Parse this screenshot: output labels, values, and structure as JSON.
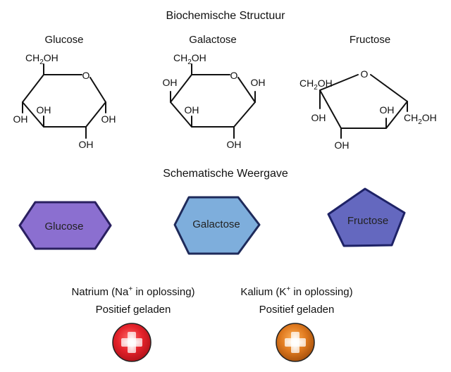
{
  "titles": {
    "biochemical": "Biochemische Structuur",
    "schematic": "Schematische Weergave"
  },
  "molecules": {
    "glucose": {
      "name": "Glucose",
      "ring_o": "O",
      "ch2oh_top_left": "CH",
      "ch2oh_top_sub": "2",
      "ch2oh_top_right": "OH",
      "oh_c4": "OH",
      "oh_c3_inner": "OH",
      "oh_c1": "OH",
      "oh_c2": "OH"
    },
    "galactose": {
      "name": "Galactose",
      "ring_o": "O",
      "ch2oh_top_left": "CH",
      "ch2oh_top_sub": "2",
      "ch2oh_top_right": "OH",
      "oh_c4": "OH",
      "oh_c1": "OH",
      "oh_c3": "OH",
      "oh_c2": "OH"
    },
    "fructose": {
      "name": "Fructose",
      "ring_o": "O",
      "ch2oh_left_a": "CH",
      "ch2oh_left_sub": "2",
      "ch2oh_left_b": "OH",
      "oh_c2": "OH",
      "oh_c4": "OH",
      "oh_c3": "OH",
      "ch2oh_right_a": "CH",
      "ch2oh_right_sub": "2",
      "ch2oh_right_b": "OH"
    }
  },
  "shapes": {
    "glucose": {
      "label": "Glucose",
      "fill": "#8B6FD0",
      "stroke": "#2A2060"
    },
    "galactose": {
      "label": "Galactose",
      "fill": "#7EAEDC",
      "stroke": "#1E2A5A"
    },
    "fructose": {
      "label": "Fructose",
      "fill": "#6468BF",
      "stroke": "#1E2266"
    }
  },
  "ions": {
    "sodium": {
      "line1_a": "Natrium (Na",
      "line1_sup": "+",
      "line1_b": " in oplossing)",
      "line2": "Positief geladen",
      "color": "#E5232B",
      "icon": "plus-icon"
    },
    "potassium": {
      "line1_a": "Kalium (K",
      "line1_sup": "+",
      "line1_b": " in oplossing)",
      "line2": "Positief geladen",
      "color": "#E07A1F",
      "icon": "plus-icon"
    }
  }
}
